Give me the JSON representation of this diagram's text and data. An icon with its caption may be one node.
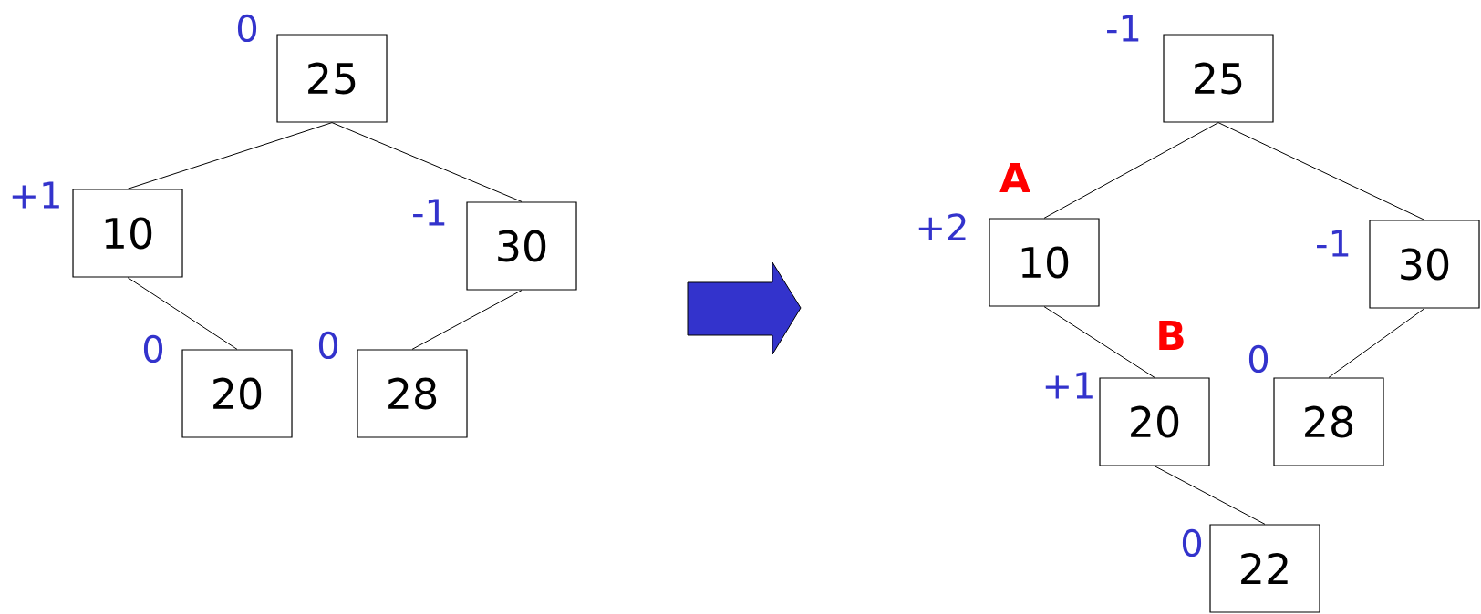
{
  "diagram": {
    "nodes": [
      {
        "text": [
          "25"
        ],
        "beside": [
          "0"
        ]
      },
      {
        "text": [
          "10"
        ],
        "beside": [
          "+1"
        ]
      },
      {
        "text": [
          "30"
        ],
        "beside": [
          "-1"
        ]
      },
      {
        "text": [
          "20"
        ],
        "beside": [
          "0"
        ]
      },
      {
        "text": [
          "28"
        ],
        "beside": [
          "0"
        ]
      },
      {
        "text": [
          "25"
        ],
        "beside": [
          "-1"
        ]
      },
      {
        "text": [
          "10"
        ],
        "beside": [
          "+2",
          "A"
        ]
      },
      {
        "text": [
          "30"
        ],
        "beside": [
          "-1"
        ]
      },
      {
        "text": [
          "20"
        ],
        "beside": [
          "+1",
          "B"
        ]
      },
      {
        "text": [
          "28"
        ],
        "beside": [
          "0"
        ]
      },
      {
        "text": [
          "22"
        ],
        "beside": [
          "0"
        ]
      }
    ],
    "edges": [
      {
        "from": 0,
        "to": 1,
        "arrow": "none"
      },
      {
        "from": 0,
        "to": 2,
        "arrow": "none"
      },
      {
        "from": 1,
        "to": 3,
        "arrow": "none"
      },
      {
        "from": 2,
        "to": 4,
        "arrow": "none"
      },
      {
        "from": 5,
        "to": 6,
        "arrow": "none"
      },
      {
        "from": 5,
        "to": 7,
        "arrow": "none"
      },
      {
        "from": 6,
        "to": 8,
        "arrow": "none"
      },
      {
        "from": 7,
        "to": 9,
        "arrow": "none"
      },
      {
        "from": 8,
        "to": 10,
        "arrow": "none"
      }
    ]
  }
}
